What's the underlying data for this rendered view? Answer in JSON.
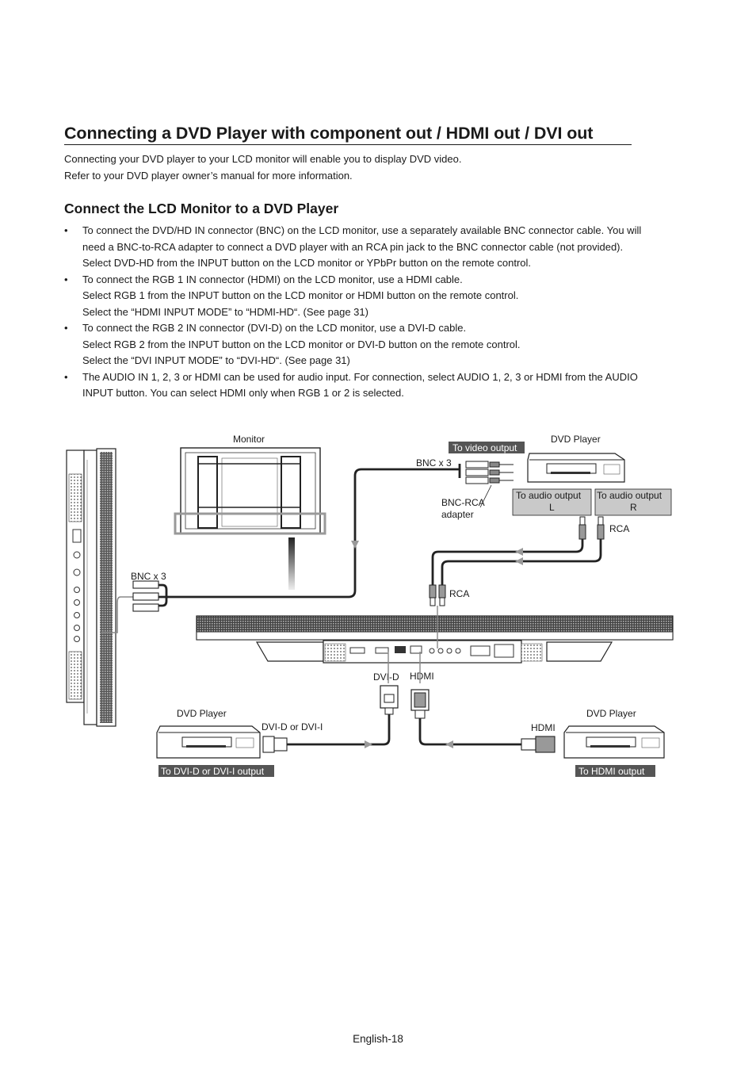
{
  "title": "Connecting a DVD Player with component out / HDMI out / DVI out",
  "intro": [
    "Connecting your DVD player to your LCD monitor will enable you to display DVD video.",
    "Refer to your DVD player owner’s manual for more information."
  ],
  "subtitle": "Connect the LCD Monitor to a DVD Player",
  "bullet_symbol": "•",
  "bullets": [
    [
      "To connect the DVD/HD IN connector (BNC) on the LCD monitor, use a separately available BNC connector cable.  You will",
      "need a BNC-to-RCA adapter to connect a DVD player with an RCA pin jack to the BNC connector cable (not provided).",
      "Select DVD-HD from the INPUT button on the LCD monitor or YPbPr button on the remote control."
    ],
    [
      "To connect the RGB 1 IN connector (HDMI) on the LCD monitor, use a HDMI cable.",
      "Select RGB 1 from the INPUT button on the LCD monitor or HDMI button on the remote control.",
      "Select the “HDMI INPUT MODE” to “HDMI-HD“.  (See page 31)"
    ],
    [
      "To connect the RGB 2 IN connector (DVI-D) on the LCD monitor, use a DVI-D cable.",
      "Select RGB 2 from the INPUT button on the LCD monitor or DVI-D button on the remote control.",
      "Select the “DVI INPUT MODE” to “DVI-HD“.  (See page 31)"
    ],
    [
      "The AUDIO IN 1, 2, 3 or HDMI can be used for audio input. For connection, select AUDIO 1, 2, 3 or HDMI from the AUDIO",
      "INPUT button.  You can select HDMI only when RGB 1 or 2 is selected."
    ]
  ],
  "diagram": {
    "monitor_label": "Monitor",
    "dvd_player_top": "DVD Player",
    "to_video_output": "To video output",
    "bnc_x3_right": "BNC x 3",
    "bnc_rca_adapter_1": "BNC-RCA",
    "bnc_rca_adapter_2": "adapter",
    "audio_l_1": "To audio output",
    "audio_l_2": "L",
    "audio_r_1": "To audio output",
    "audio_r_2": "R",
    "rca_top": "RCA",
    "rca_bottom": "RCA",
    "bnc_x3_left": "BNC x 3",
    "dvi_d": "DVI-D",
    "hdmi_port": "HDMI",
    "dvd_player_left": "DVD Player",
    "dvi_d_or_dvi_i": "DVI-D or DVI-I",
    "to_dvi_output": "To DVI-D or DVI-I output",
    "dvd_player_right": "DVD Player",
    "hdmi_cable": "HDMI",
    "to_hdmi_output": "To HDMI output",
    "label_bg_color": "#c9c9c9"
  },
  "footer": "English-18"
}
